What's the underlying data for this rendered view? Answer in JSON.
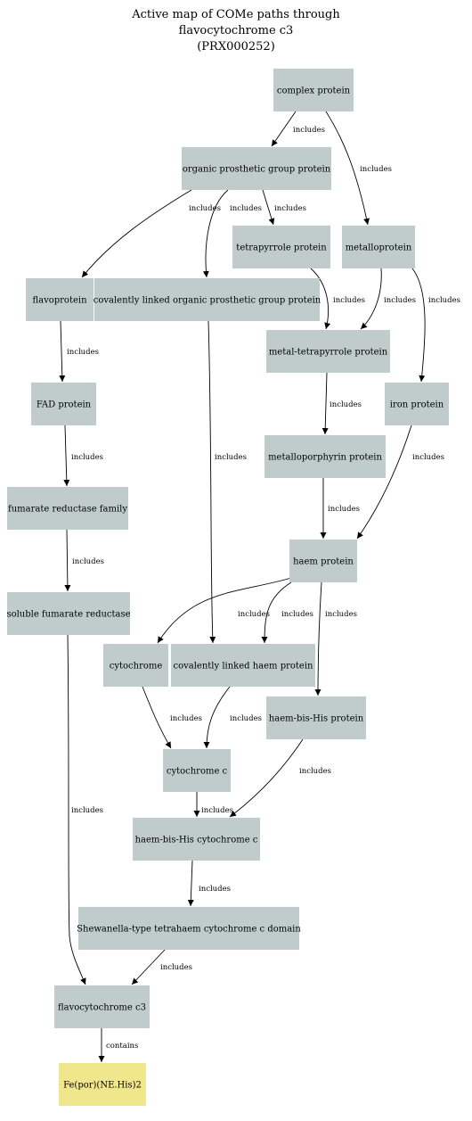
{
  "title": {
    "line1": "Active map of COMe paths through",
    "line2": "flavocytochrome c3",
    "line3": "(PRX000252)"
  },
  "colors": {
    "node_fill": "#c0cccb",
    "target_fill": "#f0e68c",
    "edge_stroke": "#000000"
  },
  "nodes": [
    {
      "id": "complex",
      "label": "complex protein"
    },
    {
      "id": "opgp",
      "label": "organic prosthetic group protein"
    },
    {
      "id": "tetrapyrrole",
      "label": "tetrapyrrole protein"
    },
    {
      "id": "metalloprotein",
      "label": "metalloprotein"
    },
    {
      "id": "flavoprotein",
      "label": "flavoprotein"
    },
    {
      "id": "clopgp",
      "label": "covalently linked organic prosthetic group protein"
    },
    {
      "id": "metaltetra",
      "label": "metal-tetrapyrrole protein"
    },
    {
      "id": "fad",
      "label": "FAD protein"
    },
    {
      "id": "iron",
      "label": "iron protein"
    },
    {
      "id": "metallopor",
      "label": "metalloporphyrin protein"
    },
    {
      "id": "fumfam",
      "label": "fumarate reductase family"
    },
    {
      "id": "haem",
      "label": "haem protein"
    },
    {
      "id": "solfum",
      "label": "soluble fumarate reductase"
    },
    {
      "id": "cytochrome",
      "label": "cytochrome"
    },
    {
      "id": "clhaem",
      "label": "covalently linked haem protein"
    },
    {
      "id": "bishis",
      "label": "haem-bis-His protein"
    },
    {
      "id": "cytc",
      "label": "cytochrome c"
    },
    {
      "id": "bishiscytc",
      "label": "haem-bis-His cytochrome c"
    },
    {
      "id": "shewanella",
      "label": "Shewanella-type tetrahaem cytochrome c domain"
    },
    {
      "id": "flavocyt",
      "label": "flavocytochrome c3"
    },
    {
      "id": "fepor",
      "label": "Fe(por)(NE.His)2",
      "target": true
    }
  ],
  "edges": [
    {
      "from": "complex",
      "to": "opgp",
      "label": "includes"
    },
    {
      "from": "complex",
      "to": "metalloprotein",
      "label": "includes"
    },
    {
      "from": "opgp",
      "to": "flavoprotein",
      "label": "includes"
    },
    {
      "from": "opgp",
      "to": "clopgp",
      "label": "includes"
    },
    {
      "from": "opgp",
      "to": "tetrapyrrole",
      "label": "includes"
    },
    {
      "from": "tetrapyrrole",
      "to": "metaltetra",
      "label": "includes"
    },
    {
      "from": "metalloprotein",
      "to": "metaltetra",
      "label": "includes"
    },
    {
      "from": "metalloprotein",
      "to": "iron",
      "label": "includes"
    },
    {
      "from": "flavoprotein",
      "to": "fad",
      "label": "includes"
    },
    {
      "from": "metaltetra",
      "to": "metallopor",
      "label": "includes"
    },
    {
      "from": "fad",
      "to": "fumfam",
      "label": "includes"
    },
    {
      "from": "clopgp",
      "to": "clhaem",
      "label": "includes"
    },
    {
      "from": "iron",
      "to": "haem",
      "label": "includes"
    },
    {
      "from": "metallopor",
      "to": "haem",
      "label": "includes"
    },
    {
      "from": "fumfam",
      "to": "solfum",
      "label": "includes"
    },
    {
      "from": "haem",
      "to": "cytochrome",
      "label": "includes"
    },
    {
      "from": "haem",
      "to": "clhaem",
      "label": "includes"
    },
    {
      "from": "haem",
      "to": "bishis",
      "label": "includes"
    },
    {
      "from": "cytochrome",
      "to": "cytc",
      "label": "includes"
    },
    {
      "from": "clhaem",
      "to": "cytc",
      "label": "includes"
    },
    {
      "from": "solfum",
      "to": "flavocyt",
      "label": "includes"
    },
    {
      "from": "bishis",
      "to": "bishiscytc",
      "label": "includes"
    },
    {
      "from": "cytc",
      "to": "bishiscytc",
      "label": "includes"
    },
    {
      "from": "bishiscytc",
      "to": "shewanella",
      "label": "includes"
    },
    {
      "from": "shewanella",
      "to": "flavocyt",
      "label": "includes"
    },
    {
      "from": "flavocyt",
      "to": "fepor",
      "label": "contains"
    }
  ]
}
